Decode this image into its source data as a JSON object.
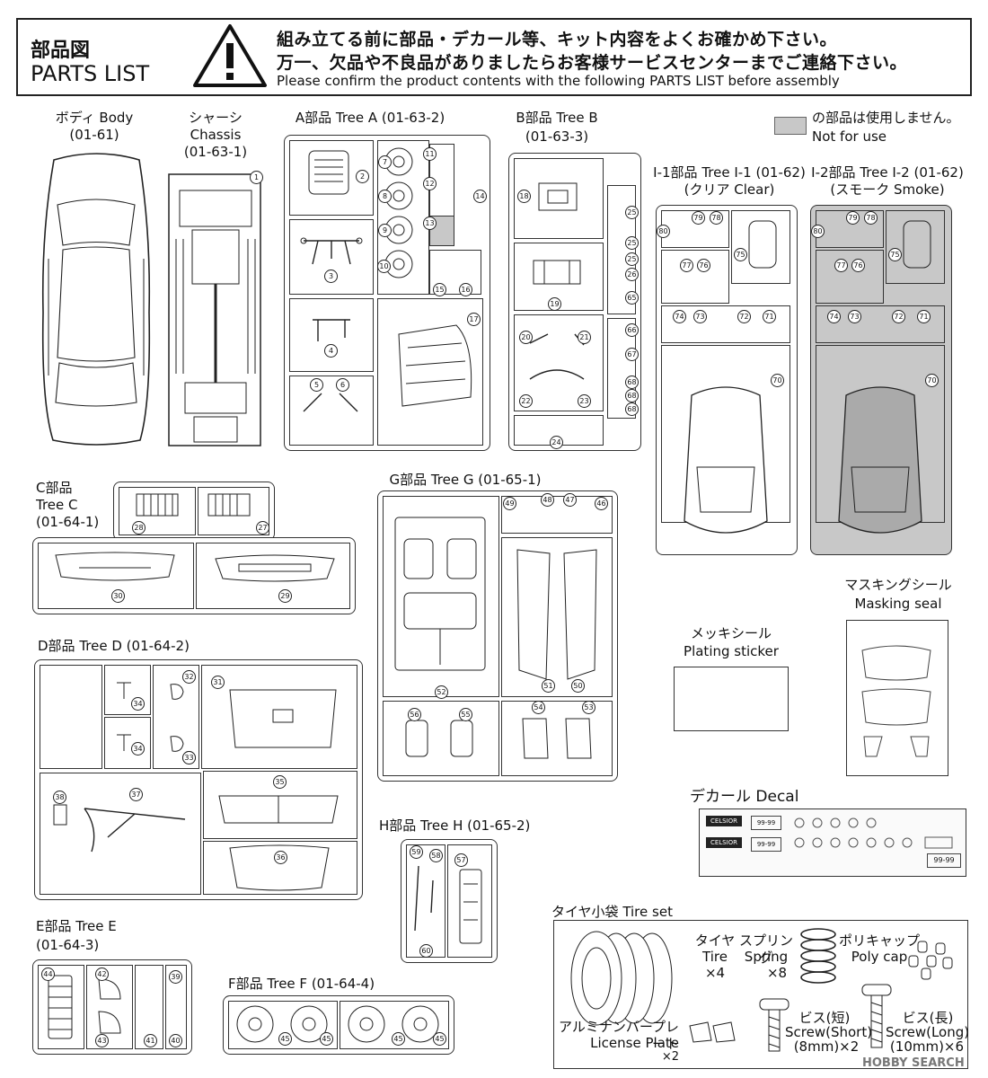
{
  "header": {
    "title_jp": "部品図",
    "title_en": "PARTS LIST",
    "warning_icon": "warning-triangle-icon",
    "notice_jp_1": "組み立てる前に部品・デカール等、キット内容をよくお確かめ下さい。",
    "notice_jp_2": "万一、欠品や不良品がありましたらお客様サービスセンターまでご連絡下さい。",
    "notice_en": "Please confirm the product contents with the following PARTS LIST before assembly"
  },
  "legend": {
    "jp": "の部品は使用しません。",
    "en": "Not for use",
    "color": "#c8c8c8"
  },
  "body": {
    "label": "ボディ Body",
    "code": "(01-61)"
  },
  "chassis": {
    "label_jp": "シャーシ",
    "label_en": "Chassis",
    "code": "(01-63-1)",
    "part": "1"
  },
  "tree_a": {
    "label": "A部品 Tree A",
    "code": "(01-63-2)",
    "parts": [
      "2",
      "3",
      "4",
      "5",
      "6",
      "7",
      "8",
      "9",
      "10",
      "11",
      "12",
      "13",
      "14",
      "15",
      "16",
      "17"
    ]
  },
  "tree_b": {
    "label": "B部品 Tree B",
    "code": "(01-63-3)",
    "parts": [
      "18",
      "19",
      "20",
      "21",
      "22",
      "23",
      "24",
      "25",
      "25",
      "25",
      "26",
      "65",
      "66",
      "67",
      "68",
      "68",
      "68"
    ]
  },
  "tree_i1": {
    "label": "I-1部品 Tree I-1",
    "code": "(01-62)",
    "sub": "(クリア Clear)",
    "parts": [
      "80",
      "79",
      "78",
      "75",
      "77",
      "76",
      "74",
      "73",
      "72",
      "71",
      "70"
    ]
  },
  "tree_i2": {
    "label": "I-2部品 Tree I-2",
    "code": "(01-62)",
    "sub": "(スモーク Smoke)",
    "parts": [
      "80",
      "79",
      "78",
      "75",
      "77",
      "76",
      "74",
      "73",
      "72",
      "71",
      "70"
    ]
  },
  "tree_c": {
    "label_jp": "C部品",
    "label_en": "Tree C",
    "code": "(01-64-1)",
    "parts": [
      "28",
      "27",
      "30",
      "29"
    ]
  },
  "tree_g": {
    "label": "G部品 Tree G",
    "code": "(01-65-1)",
    "parts": [
      "49",
      "48",
      "47",
      "46",
      "52",
      "51",
      "50",
      "56",
      "55",
      "54",
      "53"
    ]
  },
  "tree_d": {
    "label": "D部品 Tree D",
    "code": "(01-64-2)",
    "parts": [
      "32",
      "31",
      "34",
      "34",
      "33",
      "33",
      "35",
      "38",
      "37",
      "36"
    ]
  },
  "tree_h": {
    "label": "H部品 Tree H",
    "code": "(01-65-2)",
    "parts": [
      "59",
      "58",
      "57",
      "60"
    ]
  },
  "tree_e": {
    "label_jp": "E部品",
    "label_en": "Tree E",
    "code": "(01-64-3)",
    "parts": [
      "44",
      "42",
      "39",
      "40",
      "43",
      "41"
    ]
  },
  "tree_f": {
    "label": "F部品 Tree F",
    "code": "(01-64-4)",
    "parts": [
      "45",
      "45",
      "45",
      "45"
    ]
  },
  "plating": {
    "jp": "メッキシール",
    "en": "Plating sticker"
  },
  "masking": {
    "jp": "マスキングシール",
    "en": "Masking seal"
  },
  "decal": {
    "label": "デカール Decal",
    "brand": "CELSIOR",
    "plate": "99-99"
  },
  "tire_set": {
    "label": "タイヤ小袋 Tire set",
    "tire": {
      "jp": "タイヤ",
      "en": "Tire",
      "qty": "×4"
    },
    "spring": {
      "jp": "スプリング",
      "en": "Spring",
      "qty": "×8"
    },
    "polycap": {
      "jp": "ポリキャップ",
      "en": "Poly cap"
    },
    "plate": {
      "jp": "アルミナンバープレート",
      "en": "License Plate",
      "qty": "×2"
    },
    "screw_short": {
      "jp": "ビス(短)",
      "en": "Screw(Short)",
      "qty": "(8mm)×2"
    },
    "screw_long": {
      "jp": "ビス(長)",
      "en": "Screw(Long)",
      "qty": "(10mm)×6"
    }
  },
  "watermark": "HOBBY SEARCH"
}
